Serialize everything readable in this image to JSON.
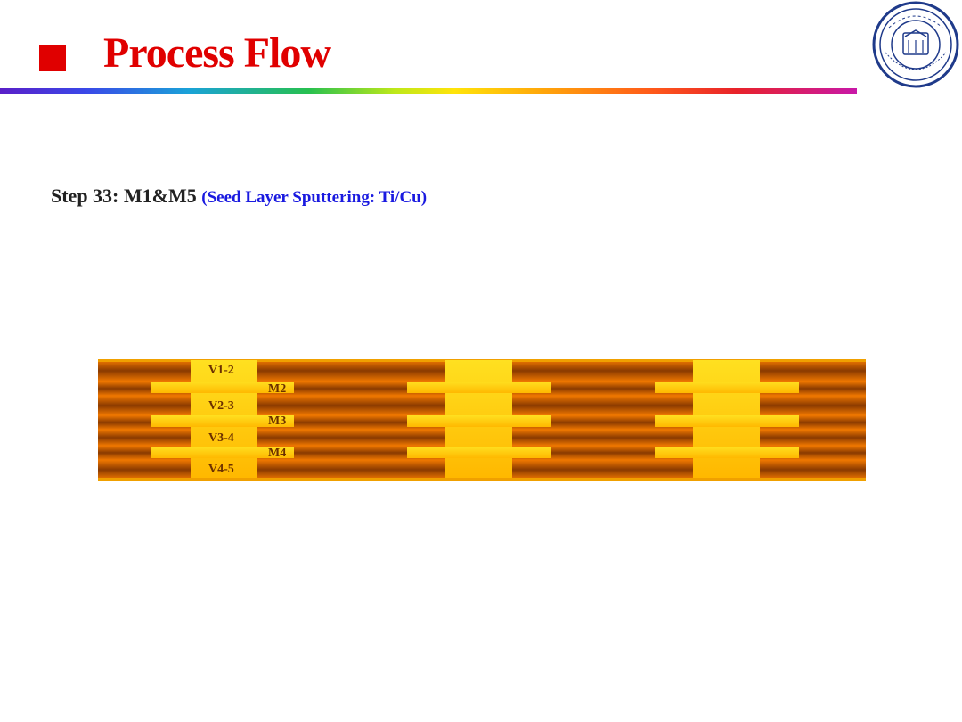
{
  "header": {
    "title": "Process Flow",
    "colors": {
      "title": "#e00000",
      "bullet": "#e00000"
    }
  },
  "logo": {
    "name": "university-seal-icon",
    "lettering": "UNIVERSITAS AMOIENSIS"
  },
  "step": {
    "heading": "Step 33: M1&M5",
    "detail": "(Seed Layer Sputtering: Ti/Cu)"
  },
  "diagram": {
    "labels": {
      "v12": "V1-2",
      "m2": "M2",
      "v23": "V2-3",
      "m3": "M3",
      "v34": "V3-4",
      "m4": "M4",
      "v45": "V4-5"
    },
    "colors": {
      "dielectric": "#e06a00",
      "dielectric_dark": "#8a3a00",
      "metal": "#ffcc00",
      "seed_layer": "#f0a000"
    }
  }
}
